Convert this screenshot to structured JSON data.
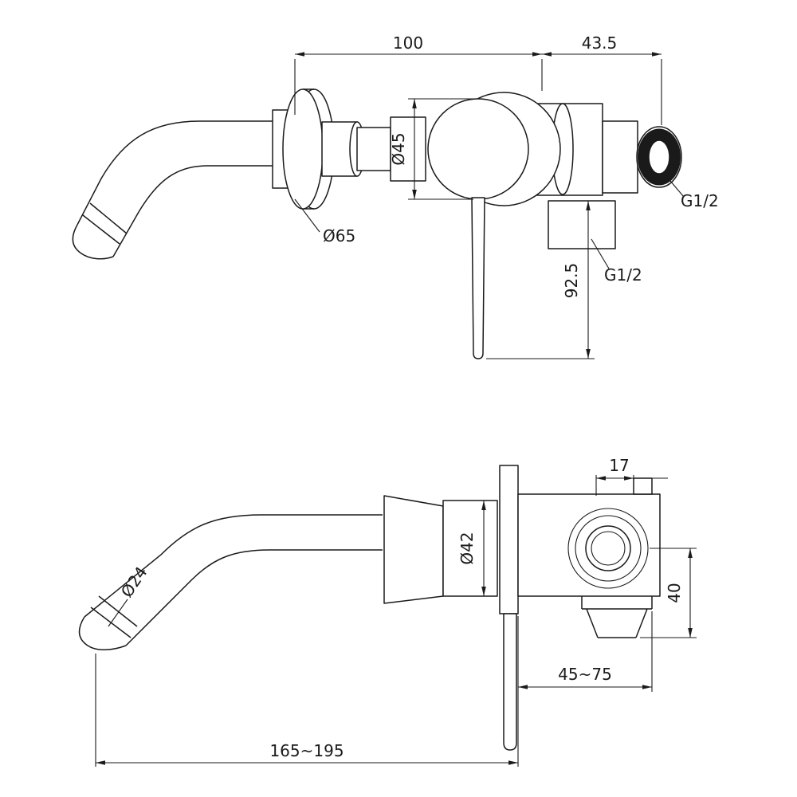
{
  "canvas": {
    "background_color": "#ffffff",
    "line_color": "#1a1a1a"
  },
  "front_view": {
    "dim_horizontal_main": "100",
    "dim_horizontal_inlet": "43.5",
    "dim_dome_diameter": "Ø45",
    "dim_flange_diameter": "Ø65",
    "thread_top": "G1/2",
    "thread_bottom": "G1/2",
    "dim_vertical_handle": "92.5"
  },
  "plan_view": {
    "dim_tab": "17",
    "dim_body_diameter": "Ø42",
    "dim_spout_diameter": "Ø24",
    "dim_outlet_drop": "40",
    "dim_wall_range": "45~75",
    "dim_reach_range": "165~195"
  }
}
